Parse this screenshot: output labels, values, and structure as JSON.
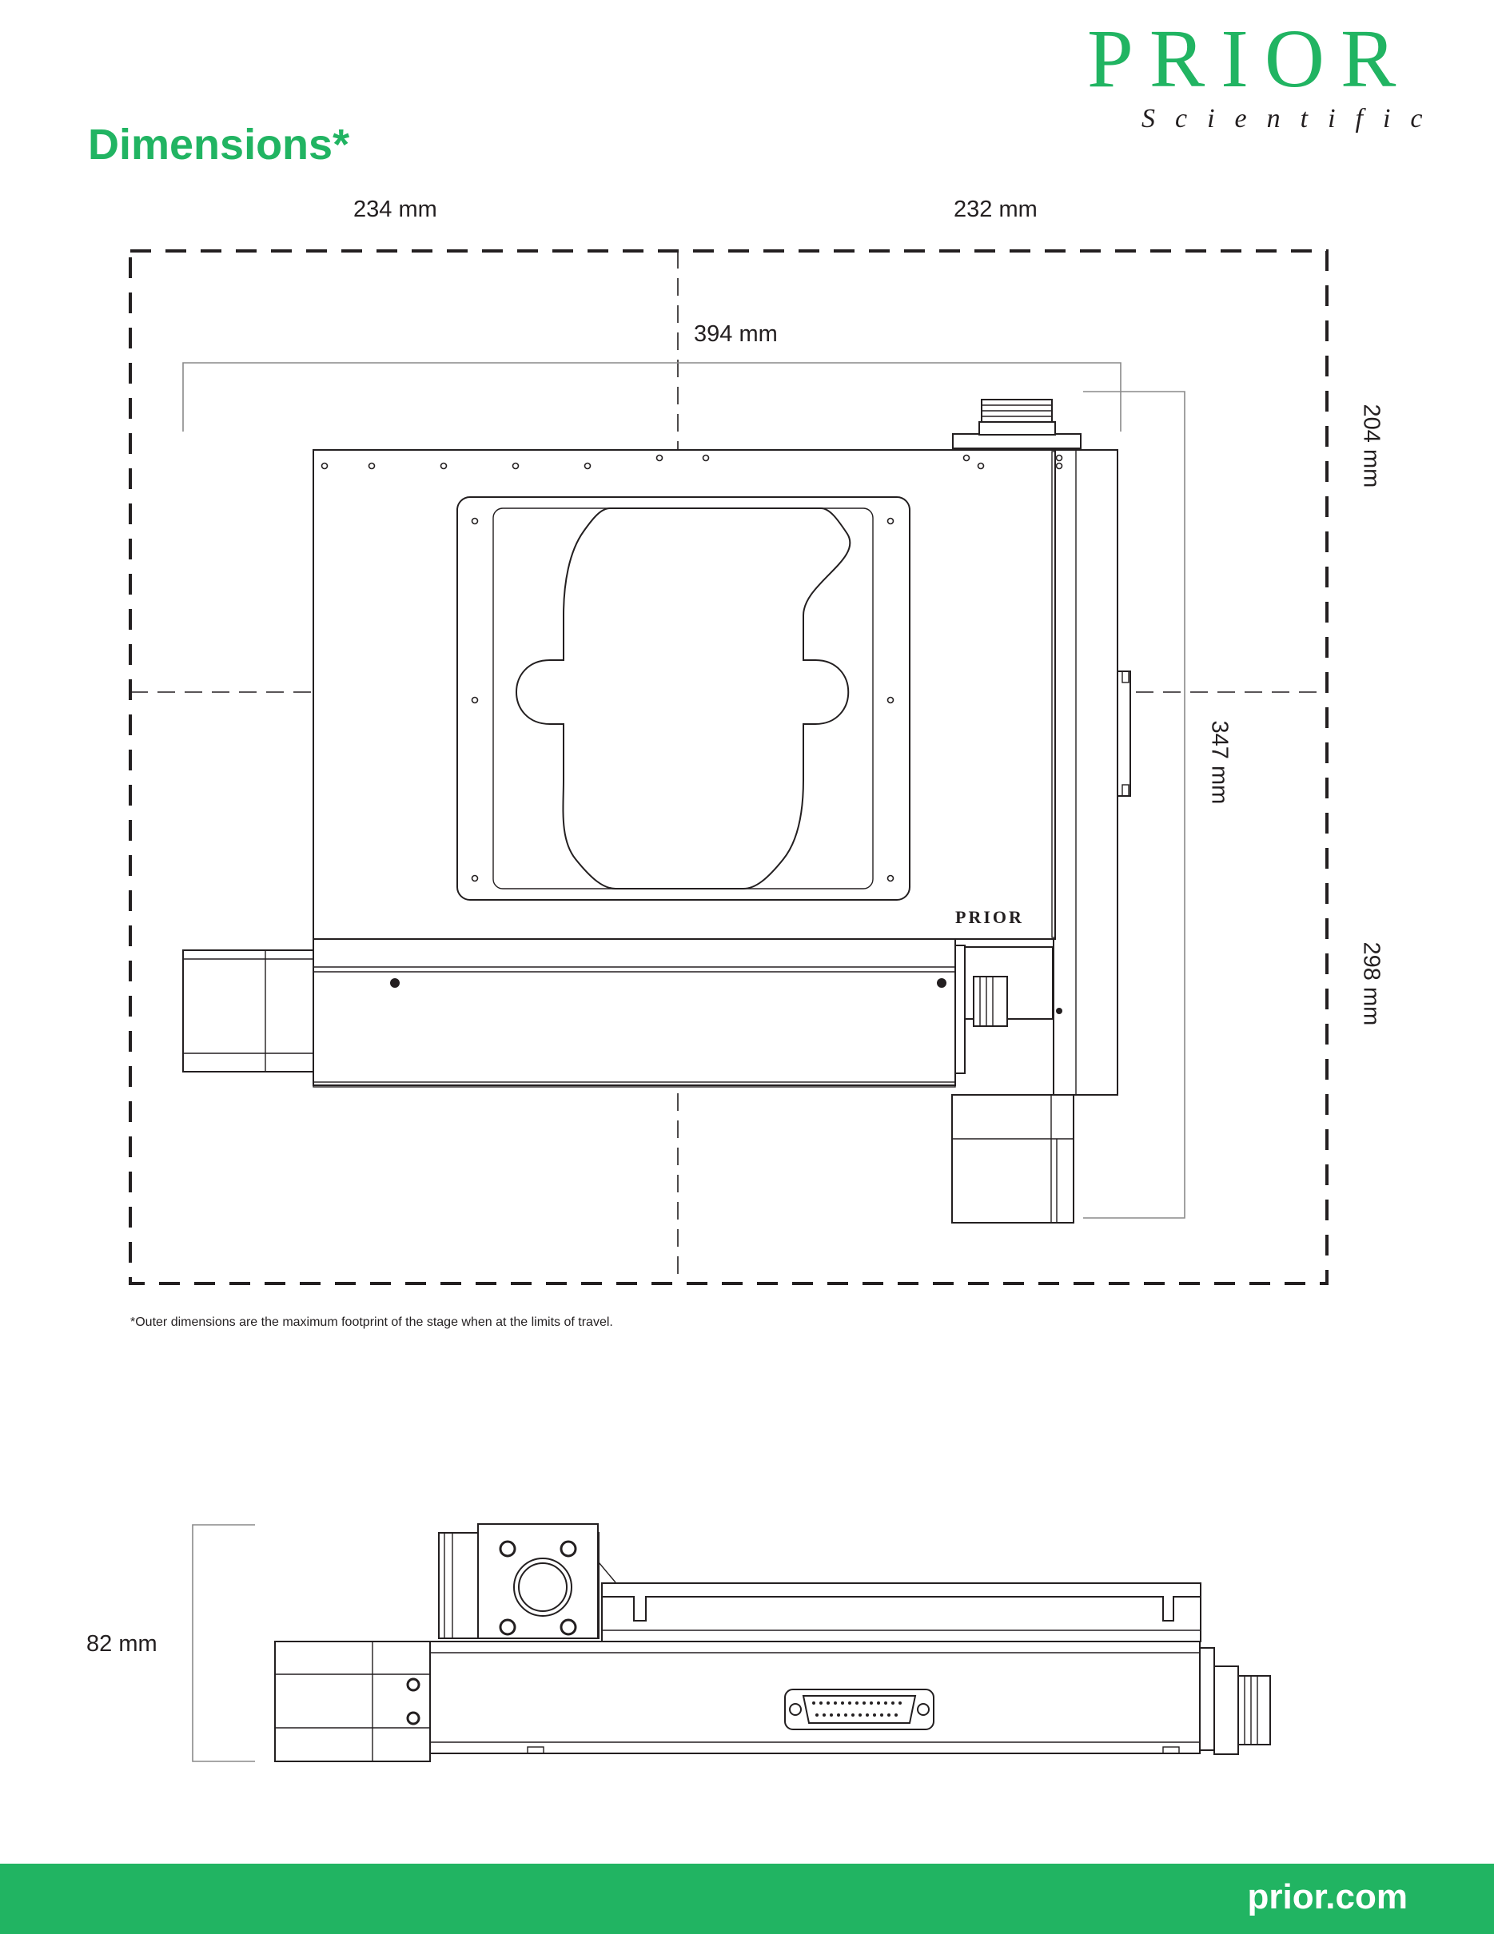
{
  "brand": {
    "logo_main": "PRIOR",
    "logo_sub": "Scientific",
    "plate_logo": "PRIOR",
    "color": "#21b462"
  },
  "title": "Dimensions*",
  "top_view": {
    "dim_top_left": "234 mm",
    "dim_top_right": "232 mm",
    "dim_width": "394 mm",
    "dim_right_upper": "204 mm",
    "dim_depth": "347 mm",
    "dim_right_lower": "298 mm"
  },
  "footnote": "*Outer dimensions are the maximum footprint of the stage when at the limits of travel.",
  "side_view": {
    "dim_height": "82 mm"
  },
  "footer": {
    "url": "prior.com",
    "color": "#21b462"
  }
}
